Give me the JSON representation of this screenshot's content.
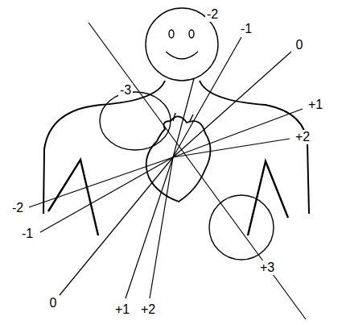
{
  "diagram": {
    "labels": [
      "-2",
      "-1",
      "0",
      "+1",
      "+2",
      "-3",
      "-2",
      "-1",
      "0",
      "+1",
      "+2",
      "+3"
    ]
  }
}
